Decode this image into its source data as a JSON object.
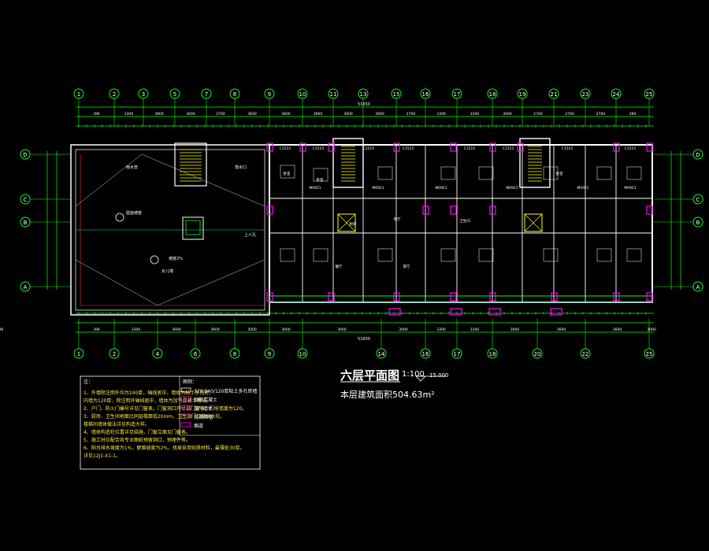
{
  "drawing": {
    "title": "六层平面图",
    "scale": "1:100",
    "elevation": "15.000",
    "area": "本层建筑面积504.63m²",
    "total_dim_top": "51650",
    "total_dim_bottom": "51650"
  },
  "grid": {
    "top_axes": [
      "1",
      "2",
      "3",
      "5",
      "7",
      "8",
      "9",
      "10",
      "11",
      "13",
      "15",
      "16",
      "17",
      "18",
      "19",
      "21",
      "23",
      "24",
      "25"
    ],
    "bottom_axes": [
      "1",
      "2",
      "4",
      "6",
      "8",
      "9",
      "10",
      "14",
      "16",
      "17",
      "18",
      "20",
      "22",
      "25"
    ],
    "side_axes": [
      "D",
      "C",
      "B",
      "A"
    ]
  },
  "top_dims": [
    "390",
    "3300",
    "3900",
    "3600",
    "2700",
    "3600",
    "3600",
    "3900",
    "3000",
    "3000",
    "2700",
    "3300",
    "3300",
    "3000",
    "2700",
    "2700",
    "2700",
    "360"
  ],
  "bottom_dims": [
    "390",
    "3300",
    "3600",
    "3600",
    "3000",
    "3000",
    "3000",
    "3000",
    "3300",
    "3300",
    "3000",
    "3600",
    "3600",
    "3000",
    "390"
  ],
  "roof": {
    "labels": [
      "雨水管",
      "屋面坡度",
      "坡度2%",
      "落水口",
      "上人孔",
      "女儿墙"
    ]
  },
  "units": {
    "windows": [
      "C1515",
      "C1515",
      "C1515",
      "C1515",
      "C1515",
      "C1515",
      "C1515",
      "C1515"
    ],
    "doors": [
      "M0921",
      "M0921",
      "M0921",
      "M0921",
      "M0921",
      "M0921"
    ],
    "rooms": [
      "卧室",
      "卧室",
      "客厅",
      "厨房",
      "卫生间",
      "卧室",
      "客厅",
      "餐厅"
    ]
  },
  "notes": {
    "heading": "注：",
    "items": [
      "1、外墙除注明外均为240厚，轴线居中，墙体为粘土多孔砖。",
      "   内墙为120厚，除注明外轴线居中，墙体为加气混凝土砌块。",
      "2、户门、防火门编号详见门窗表，门窗洞口尺寸见门窗表，门垛宽度为120。",
      "3、厨房、卫生间地面比同层楼面低20mm，卫生间门口做挡水坎。",
      "   楼梯间墙体做法详见构造大样。",
      "4、墙体构造柱位置详见结施，门窗立面见门窗表。",
      "5、施工时应配合各专业图纸预留洞口，预埋件等。",
      "6、阳台排水坡度为1%，屋面坡度为2%，找坡采用轻质材料，最薄处30厚。",
      "   详见12J1-X1-1。"
    ]
  },
  "legend": {
    "heading": "图例：",
    "items": [
      "370/240/120厚粘土多孔砖墙",
      "钢筋混凝土",
      "加气墙体",
      "轻质隔墙",
      "烟道"
    ]
  },
  "colors": {
    "grid_axis": "#00ff00",
    "dimension": "#00ff00",
    "wall": "#ffffff",
    "accent": "#ff00ff",
    "stair": "#ffff00",
    "red_line": "#ff3030",
    "blue_frame": "#4060ff",
    "cyan": "#00e5ff"
  }
}
